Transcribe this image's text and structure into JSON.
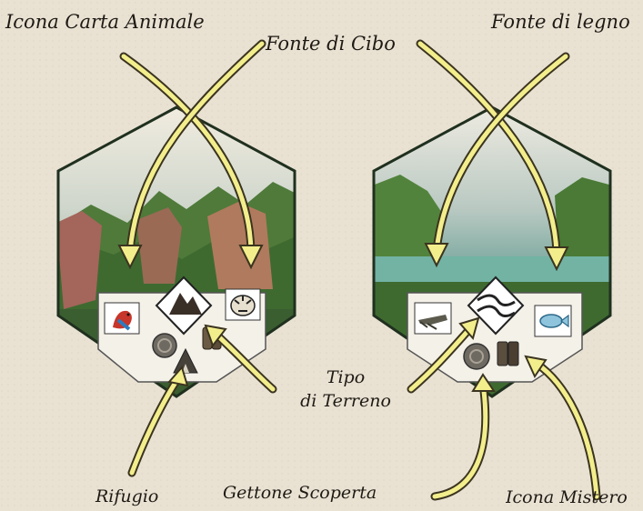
{
  "labels": {
    "animal_card_icon": "Icona Carta Animale",
    "food_source": "Fonte di Cibo",
    "wood_source": "Fonte di legno",
    "terrain_type_line1": "Tipo",
    "terrain_type_line2": "di Terreno",
    "shelter": "Rifugio",
    "discovery_token": "Gettone Scoperta",
    "mystery_icon": "Icona Mistero"
  },
  "colors": {
    "background": "#e9e2d3",
    "arrow_fill": "#f3ee8c",
    "arrow_stroke": "#3b3420",
    "tile_frame": "#20301f",
    "panel": "#f4f1e8"
  },
  "tiles": [
    {
      "id": "left-tile",
      "terrain_icon": "mountain-icon",
      "left_icon": "parrot-icon",
      "right_icon": "tiger-icon",
      "bottom_icons": [
        "discovery-token-icon",
        "shelter-icon",
        "wood-icon"
      ]
    },
    {
      "id": "right-tile",
      "terrain_icon": "river-icon",
      "left_icon": "crocodile-icon",
      "right_icon": "fish-icon",
      "bottom_icons": [
        "discovery-token-icon",
        "mystery-icon"
      ]
    }
  ]
}
